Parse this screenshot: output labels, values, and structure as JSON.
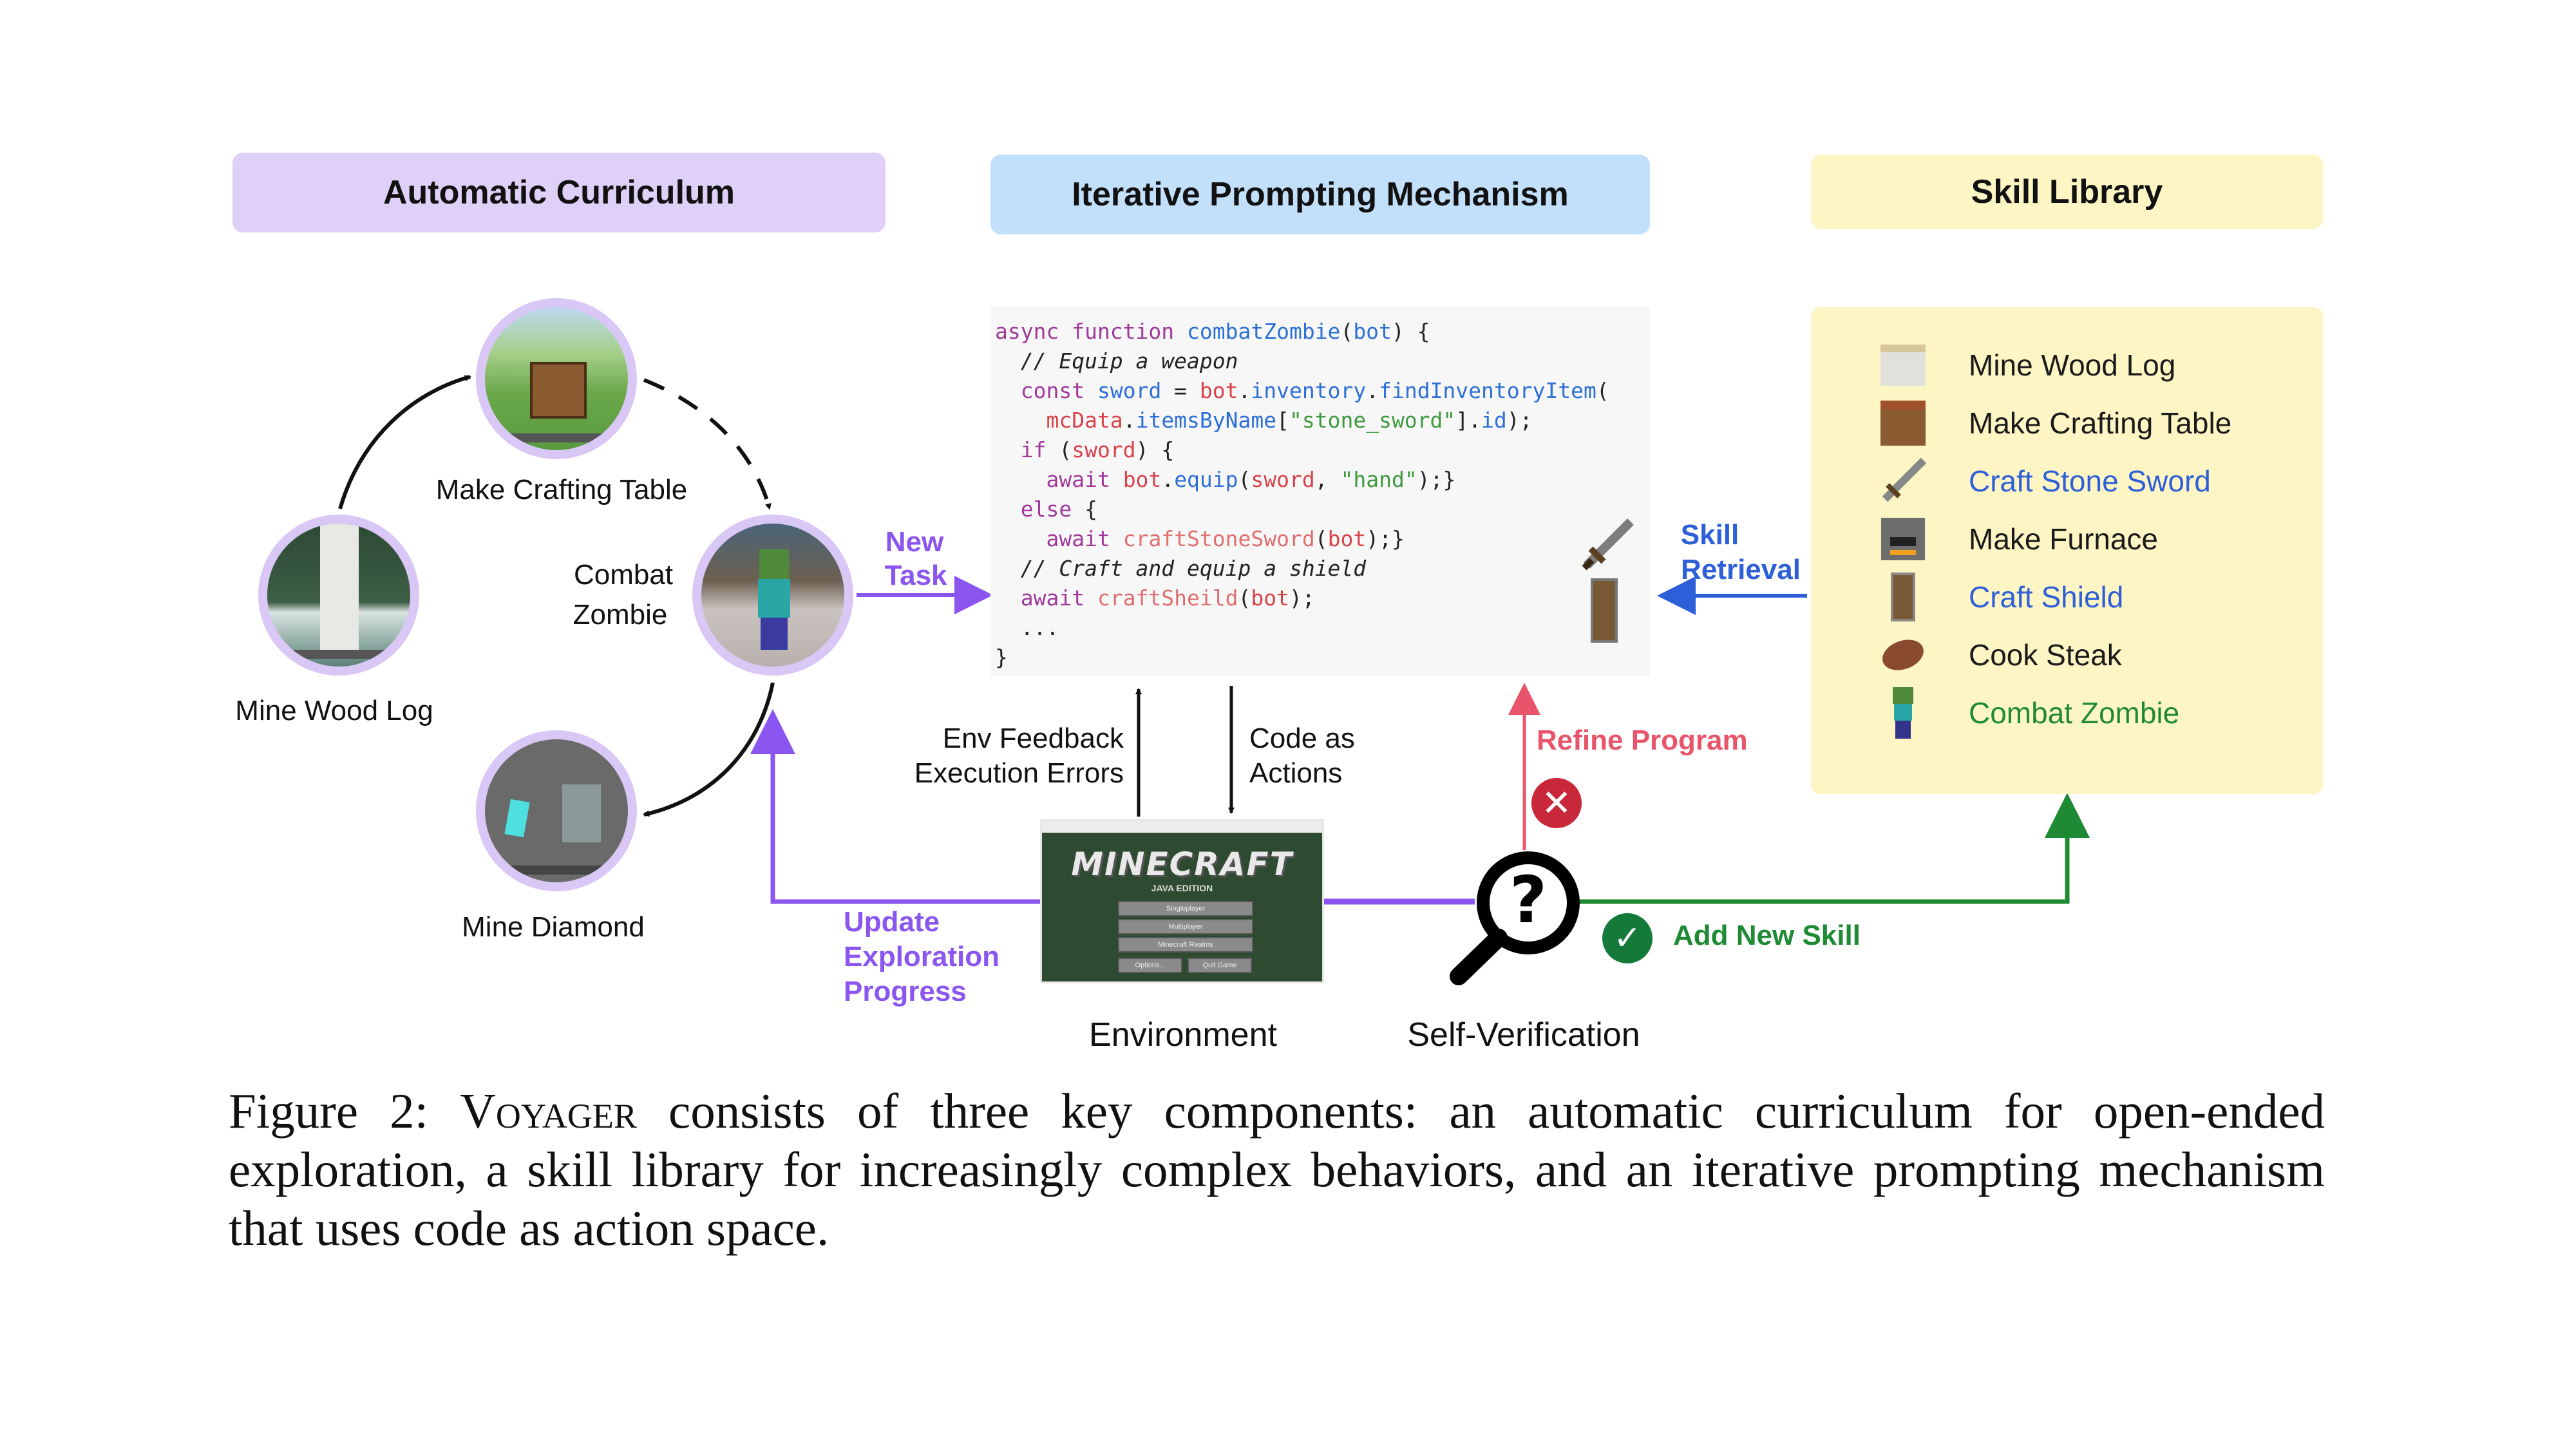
{
  "headers": {
    "curriculum": "Automatic Curriculum",
    "prompting": "Iterative Prompting Mechanism",
    "library": "Skill Library"
  },
  "curriculum": {
    "tasks": [
      {
        "label": "Mine Wood Log",
        "scene": "birch-forest-snow"
      },
      {
        "label": "Make Crafting Table",
        "scene": "grass-crafting-table"
      },
      {
        "label_line1": "Combat",
        "label_line2": "Zombie",
        "scene": "zombie-village"
      },
      {
        "label": "Mine Diamond",
        "scene": "cave-diamond-ore"
      }
    ]
  },
  "code": {
    "lines": [
      "async function combatZombie(bot) {",
      "  // Equip a weapon",
      "  const sword = bot.inventory.findInventoryItem(",
      "    mcData.itemsByName[\"stone_sword\"].id);",
      "  if (sword) {",
      "    await bot.equip(sword, \"hand\");}",
      "  else {",
      "    await craftStoneSword(bot);}",
      "  // Craft and equip a shield",
      "  await craftSheild(bot);",
      "  ...",
      "}"
    ]
  },
  "flow_labels": {
    "new_task_line1": "New",
    "new_task_line2": "Task",
    "skill_retrieval_line1": "Skill",
    "skill_retrieval_line2": "Retrieval",
    "env_feedback_line1": "Env Feedback",
    "env_feedback_line2": "Execution Errors",
    "code_actions_line1": "Code as",
    "code_actions_line2": "Actions",
    "refine_program": "Refine Program",
    "add_new_skill": "Add New Skill",
    "update_line1": "Update",
    "update_line2": "Exploration",
    "update_line3": "Progress",
    "environment": "Environment",
    "self_verification": "Self-Verification"
  },
  "minecraft_window": {
    "logo": "MINECRAFT",
    "edition": "JAVA EDITION",
    "buttons": [
      "Singleplayer",
      "Multiplayer",
      "Minecraft Realms",
      "Options...",
      "Quit Game"
    ]
  },
  "skills": [
    {
      "label": "Mine Wood  Log",
      "icon": "birch-log-icon",
      "color": "#1a1a1a"
    },
    {
      "label": "Make Crafting Table",
      "icon": "crafting-table-icon",
      "color": "#1a1a1a"
    },
    {
      "label": "Craft Stone Sword",
      "icon": "stone-sword-icon",
      "color": "#2d5fd8"
    },
    {
      "label": "Make Furnace",
      "icon": "furnace-icon",
      "color": "#1a1a1a"
    },
    {
      "label": "Craft Shield",
      "icon": "shield-icon",
      "color": "#2d5fd8"
    },
    {
      "label": "Cook Steak",
      "icon": "steak-icon",
      "color": "#1a1a1a"
    },
    {
      "label": "Combat Zombie",
      "icon": "zombie-icon",
      "color": "#1f8a34"
    }
  ],
  "colors": {
    "purple_arrow": "#8b55f0",
    "blue_arrow": "#2d5fd8",
    "red_arrow": "#e8556a",
    "green_arrow": "#1f8a34",
    "header_purple": "#dfd0f8",
    "header_blue": "#c3e0fb",
    "header_yellow": "#fdf5c4"
  },
  "caption": {
    "prefix": "Figure 2: ",
    "name": "Voyager",
    "text": " consists of three key components: an automatic curriculum for open-ended exploration, a skill library for increasingly complex behaviors, and an iterative prompting mechanism that uses code as action space."
  }
}
